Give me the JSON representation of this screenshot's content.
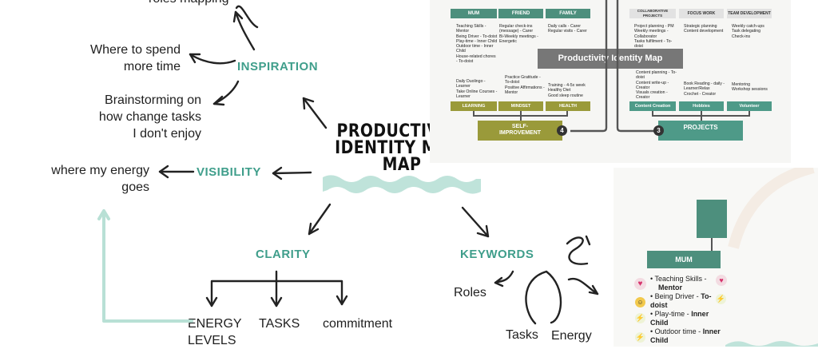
{
  "title": [
    "PRODUCTIVITY",
    "IDENTITY MIND",
    "MAP"
  ],
  "branches": {
    "inspiration": "INSPIRATION",
    "visibility": "VISIBILITY",
    "clarity": "CLARITY",
    "keywords": "KEYWORDS"
  },
  "inspiration_notes": {
    "top": "roles mapping",
    "spend": [
      "Where to spend",
      "more time"
    ],
    "brainstorm": [
      "Brainstorming on",
      "how change tasks",
      "I don't enjoy"
    ]
  },
  "visibility_note": [
    "where my energy",
    "goes"
  ],
  "clarity_items": {
    "energy": [
      "ENERGY",
      "LEVELS"
    ],
    "tasks": "TASKS",
    "commitment": "commitment"
  },
  "keyword_items": {
    "roles": "Roles",
    "tasks": "Tasks",
    "energy": "Energy"
  },
  "panel1": {
    "banner": "Productivity Identity Map",
    "headers": [
      "MUM",
      "FRIEND",
      "FAMILY",
      "COLLABORATIVE PROJECTS",
      "FOCUS WORK",
      "TEAM DEVELOPMENT"
    ],
    "col_mum_top": [
      "Teaching Skills - Mentor",
      "Being Driver - To-doist",
      "Play-time - Inner Child",
      "Outdoor time - Inner Child",
      "House-related chores - To-doist"
    ],
    "col_friend_top": [
      "Regular check-ins (message) - Carer",
      "Bi-Weekly meetings - Energetic"
    ],
    "col_family_top": [
      "Daily calls - Carer",
      "Regular visits - Carer"
    ],
    "col_collab_top": [
      "Project planning - PM",
      "Weekly meetings - Collaborator",
      "Tasks fulfilment - To-doist"
    ],
    "col_focus_top": [
      "Strategic planning",
      "Content development"
    ],
    "col_team_top": [
      "Weekly catch-ups",
      "Task delegating",
      "Check-ins"
    ],
    "col_mum_bottom": [
      "Daily Duolingo - Learner",
      "Take Online Courses - Learner"
    ],
    "col_friend_bottom": [
      "Practice Gratitude - To-doist",
      "Positive Affirmations - Mentor"
    ],
    "col_family_bottom": [
      "Training - 4-5x week",
      "Healthy Diet",
      "Good sleep routine"
    ],
    "col_collab_bottom": [
      "Content planning - To-doist",
      "Content write-up - Creator",
      "Visuals creation - Creator"
    ],
    "col_focus_bottom": [
      "Book Reading - daily - Learner/Relax",
      "Crochet - Creator"
    ],
    "col_team_bottom": [
      "Mentoring",
      "Workshop sessions"
    ],
    "footers": [
      "LEARNING",
      "MINDSET",
      "HEALTH",
      "Content Creation",
      "Hobbies",
      "Volunteer"
    ],
    "self_improvement": [
      "SELF-",
      "IMPROVEMENT"
    ],
    "self_number": "4",
    "projects": "PROJECTS",
    "projects_number": "3"
  },
  "panel2": {
    "header": "MUM",
    "items": [
      {
        "text": "Teaching Skills -",
        "role": "Mentor",
        "icon": "heart-icon"
      },
      {
        "text": "Being Driver -",
        "role": "To-doist",
        "icon": "smile-icon"
      },
      {
        "text": "Play-time -",
        "role": "Inner Child",
        "icon": "bolt-icon"
      },
      {
        "text": "Outdoor time -",
        "role": "Inner Child",
        "icon": "bolt-icon"
      }
    ]
  },
  "colors": {
    "accent_teal": "#3f9e8b",
    "wave": "#bfe3da",
    "dark_teal": "#4d8f7d",
    "olive": "#9a9a3a",
    "banner_grey": "#777777"
  }
}
